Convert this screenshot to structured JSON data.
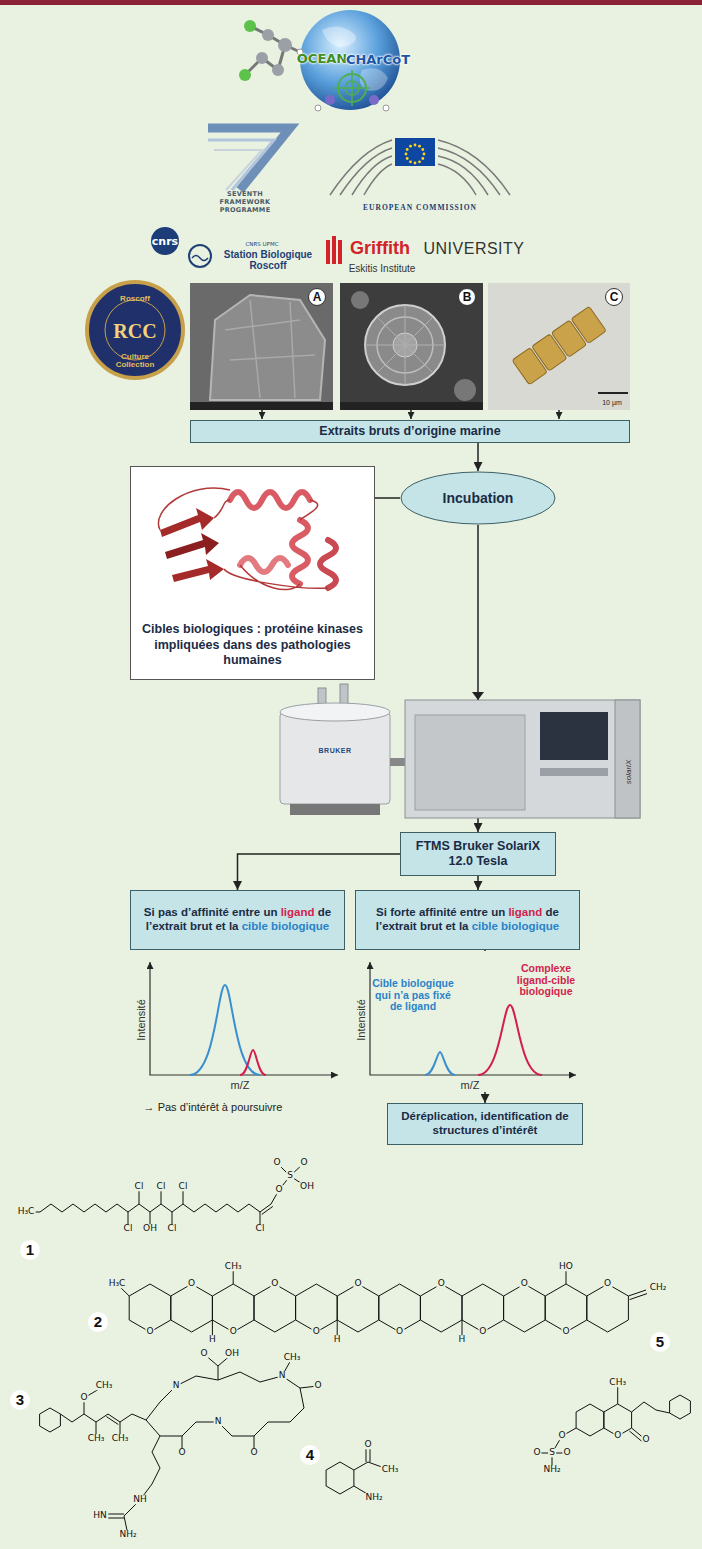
{
  "diagram": {
    "nodes": [
      {
        "text": [
          "Extraits bruts d’origine marine"
        ]
      },
      {
        "text": [
          "Cibles biologiques : protéine kinases impliquées dans des pathologies humaines"
        ]
      },
      {
        "text": [
          "Incubation"
        ]
      },
      {
        "text": [
          "FTMS Bruker SolariX 12.0 Tesla"
        ]
      },
      {
        "text": [
          "Si pas d’affinité entre un ligand de l’extrait brut et la cible biologique"
        ]
      },
      {
        "text": [
          "Si forte affinité entre un ligand de l’extrait brut et la cible biologique"
        ]
      },
      {
        "text": [
          "Déréplication, identification de structures d’intérêt"
        ]
      }
    ],
    "edges": [
      {
        "from": 0,
        "to": 2,
        "arrow": "to"
      },
      {
        "from": 1,
        "to": 2,
        "arrow": "none"
      },
      {
        "from": 2,
        "to": 3,
        "arrow": "to"
      },
      {
        "from": 3,
        "to": 4,
        "arrow": "to"
      },
      {
        "from": 3,
        "to": 5,
        "arrow": "to"
      },
      {
        "from": 5,
        "to": 6,
        "arrow": "to"
      }
    ],
    "labels": [
      "OCEAN",
      "CHArCoT",
      "SEVENTH FRAMEWORK PROGRAMME",
      "EUROPEAN COMMISSION",
      "cnrs",
      "CNRS UPMC",
      "Station Biologique Roscoff",
      "Griffith",
      "UNIVERSITY",
      "Eskitis Institute",
      "Roscoff",
      "RCC",
      "Culture Collection",
      "A",
      "B",
      "C",
      "10 µm",
      "BRUKER",
      "solariX",
      "Intensité",
      "m/Z",
      "Intensité",
      "m/Z",
      "Cible biologique qui n’a pas fixé de ligand",
      "Complexe ligand-cible biologique",
      "→ Pas d’intérêt à poursuivre",
      "1",
      "2",
      "3",
      "4",
      "5",
      "H₃C",
      "Cl",
      "Cl",
      "OH",
      "Cl",
      "Cl",
      "Cl",
      "Cl",
      "O",
      "S",
      "O",
      "O",
      "OH",
      "H₃C",
      "O",
      "O",
      "O",
      "O",
      "O",
      "O",
      "O",
      "O",
      "O",
      "O",
      "O",
      "O",
      "CH₃",
      "HO",
      "CH₂",
      "H",
      "H",
      "H",
      "O",
      "CH₃",
      "CH₃",
      "CH₃",
      "N",
      "N",
      "N",
      "O",
      "O",
      "O",
      "OH",
      "O",
      "CH₃",
      "NH",
      "HN",
      "NH₂",
      "O",
      "CH₃",
      "NH₂",
      "CH₃",
      "O",
      "O",
      "O",
      "S",
      "O",
      "O",
      "NH₂"
    ]
  }
}
